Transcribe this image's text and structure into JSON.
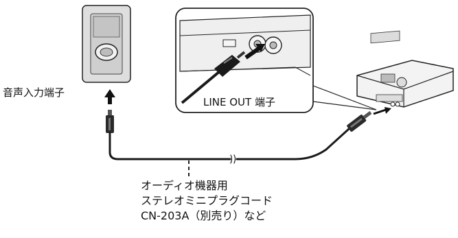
{
  "labels": {
    "audio_input_terminal": "音声入力端子",
    "line_out_terminal": "LINE OUT 端子",
    "cable_line1": "オーディオ機器用",
    "cable_line2": "ステレオミニプラグコード",
    "cable_line3": "CN-203A（別売り）など"
  },
  "colors": {
    "device_fill": "#d9d9d9",
    "panel_fill": "#ececec",
    "cable": "#1a1a1a",
    "outline": "#222222"
  }
}
